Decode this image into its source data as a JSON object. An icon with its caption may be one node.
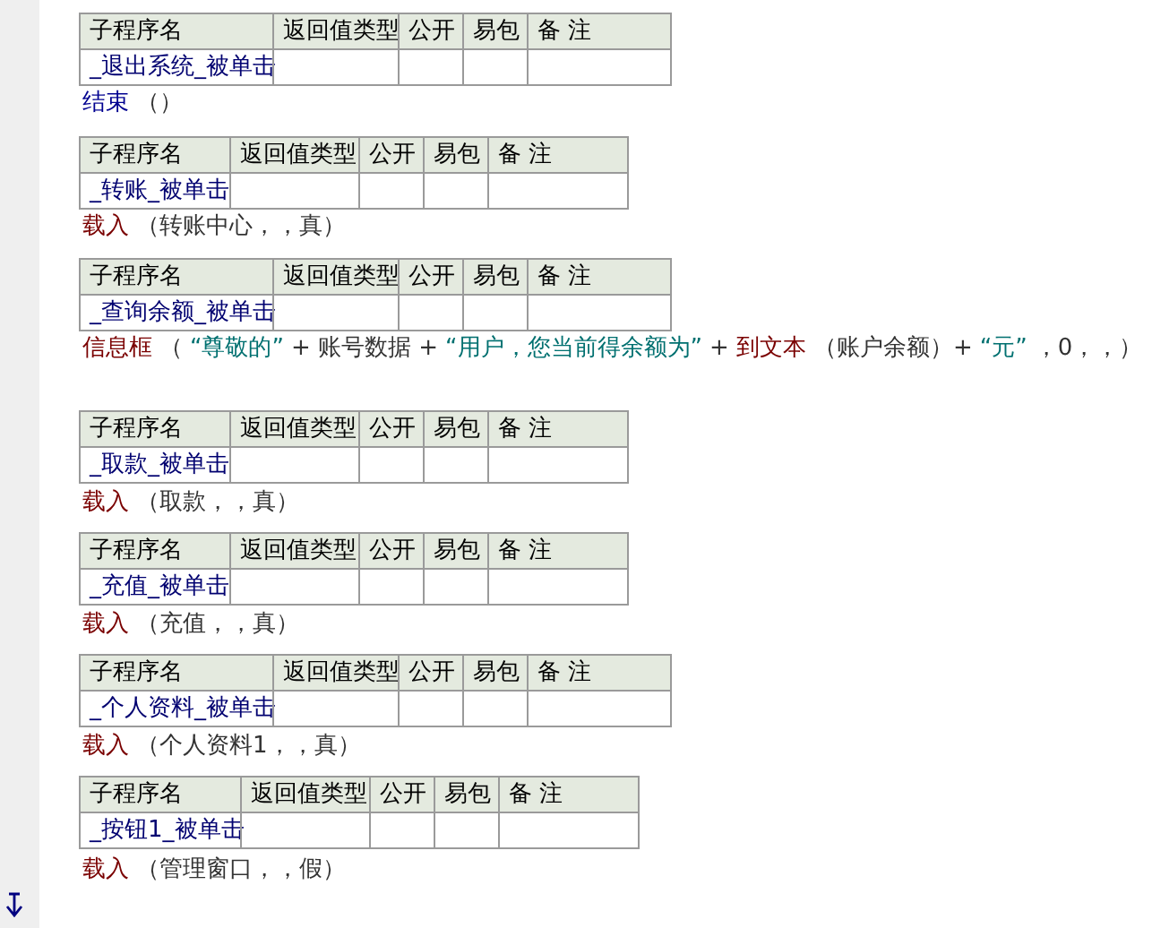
{
  "diagram": {
    "labels": [
      "子程序名",
      "返回值类型",
      "公开",
      "易包",
      "备 注",
      "_退出系统_被单击",
      "结束",
      "（）",
      "子程序名",
      "返回值类型",
      "公开",
      "易包",
      "备 注",
      "_转账_被单击",
      "载入",
      "（转账中心，，真）",
      "子程序名",
      "返回值类型",
      "公开",
      "易包",
      "备 注",
      "_查询余额_被单击",
      "信息框",
      "（",
      "“尊敬的”",
      "+ 账号数据 +",
      "“用户，您当前得余额为”",
      "+",
      "到文本",
      "（账户余额）+",
      "“元”",
      "，0，，）",
      "子程序名",
      "返回值类型",
      "公开",
      "易包",
      "备 注",
      "_取款_被单击",
      "载入",
      "（取款，，真）",
      "子程序名",
      "返回值类型",
      "公开",
      "易包",
      "备 注",
      "_充值_被单击",
      "载入",
      "（充值，，真）",
      "子程序名",
      "返回值类型",
      "公开",
      "易包",
      "备 注",
      "_个人资料_被单击",
      "载入",
      "（个人资料1，，真）",
      "子程序名",
      "返回值类型",
      "公开",
      "易包",
      "备 注",
      "_按钮1_被单击",
      "载入",
      "（管理窗口，，假）"
    ]
  }
}
